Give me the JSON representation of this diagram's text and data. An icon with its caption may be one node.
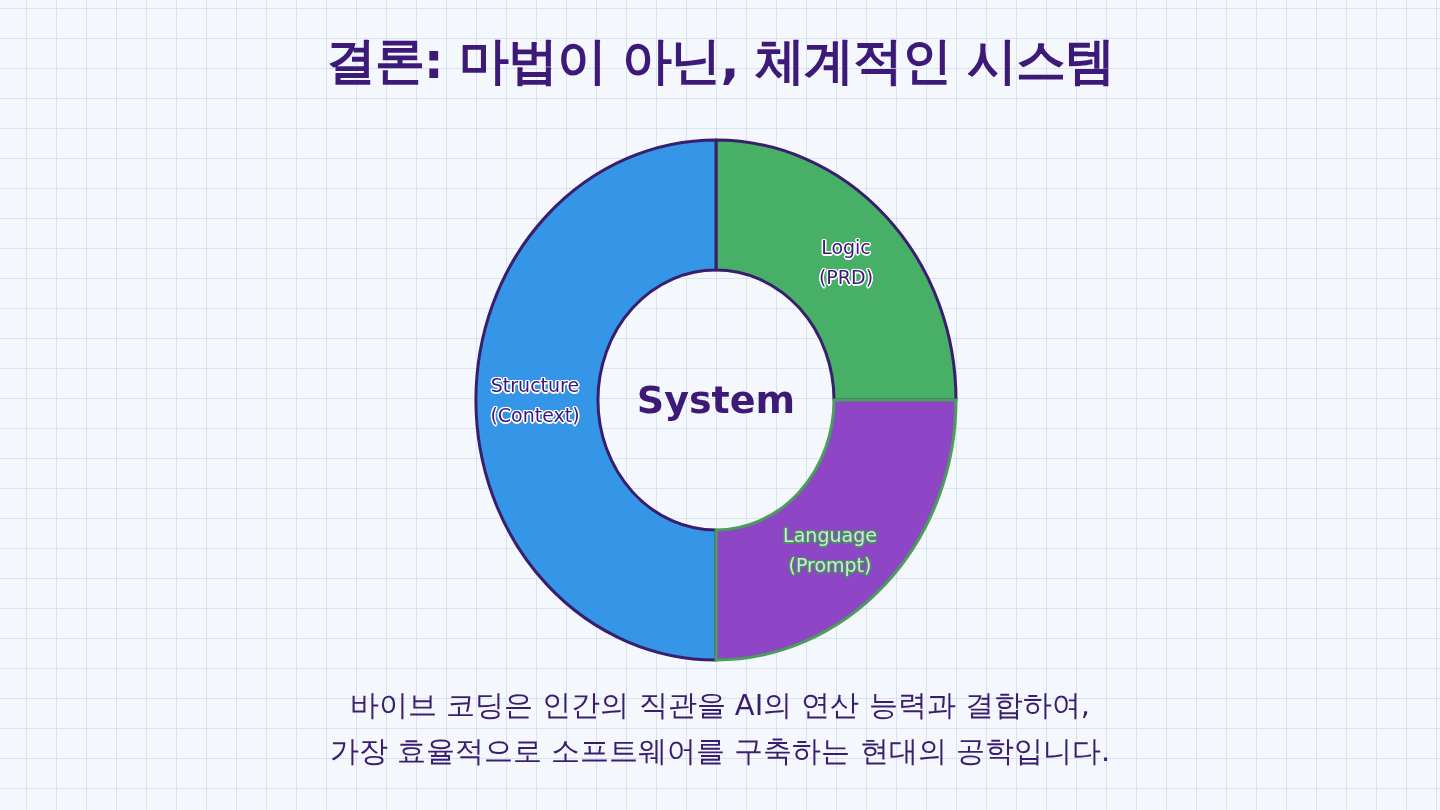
{
  "diagram": {
    "title": "결론: 마법이 아닌, 체계적인 시스템",
    "nodes": [
      {
        "text": [
          "Logic (PRD)"
        ]
      },
      {
        "text": [
          "Structure (Context)"
        ]
      },
      {
        "text": [
          "System"
        ]
      },
      {
        "text": [
          "Language (Prompt)"
        ]
      }
    ],
    "caption": "바이브 코딩은 인간의 직관을 AI의 연산 능력과 결합하여, 가장 효율적으로 소프트웨어를 구축하는 현대의 공학입니다."
  }
}
